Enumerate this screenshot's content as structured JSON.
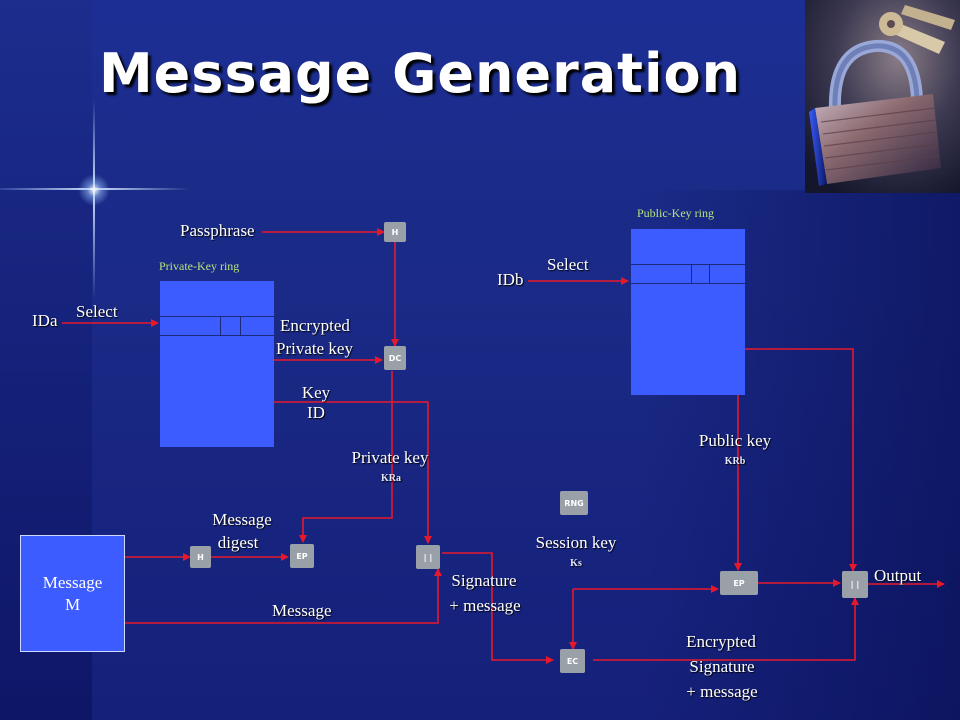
{
  "slide": {
    "title": "Message Generation",
    "colors": {
      "background": "#1a2a86",
      "wire": "#e8182c",
      "ring_fill": "#3c5cff",
      "ring_label": "#b7e27a",
      "box_fill": "#9aa0a8"
    }
  },
  "lock_image": {
    "icon": "padlock-with-keys-photo"
  },
  "diagram": {
    "private_ring_label": "Private-Key ring",
    "public_ring_label": "Public-Key ring",
    "labels": {
      "passphrase": "Passphrase",
      "ida": "IDa",
      "select_a": "Select",
      "encrypted_private_key_1": "Encrypted",
      "encrypted_private_key_2": "Private key",
      "key_id_1": "Key",
      "key_id_2": "ID",
      "private_key": "Private key",
      "kra": "KRa",
      "idb": "IDb",
      "select_b": "Select",
      "public_key": "Public key",
      "krb": "KRb",
      "message_digest_1": "Message",
      "message_digest_2": "digest",
      "message": "Message",
      "signature_message_1": "Signature",
      "signature_message_2": "+ message",
      "session_key": "Session key",
      "ks": "Ks",
      "output": "Output",
      "enc_sig_1": "Encrypted",
      "enc_sig_2": "Signature",
      "enc_sig_3": "+ message"
    },
    "message_box": {
      "line1": "Message",
      "line2": "M"
    },
    "boxes": {
      "h_top": "H",
      "dc": "DC",
      "h_bottom": "H",
      "ep_sign": "EP",
      "concat_1": "| |",
      "rng": "RNG",
      "ec": "EC",
      "ep_session": "EP",
      "concat_2": "| |"
    }
  }
}
